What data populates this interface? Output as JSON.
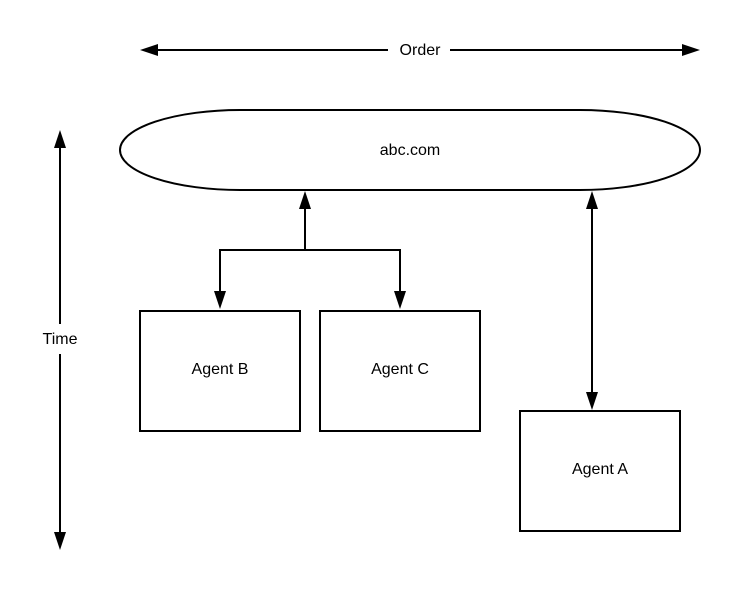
{
  "labels": {
    "order": "Order",
    "time": "Time",
    "server": "abc.com",
    "agent_b": "Agent B",
    "agent_c": "Agent C",
    "agent_a": "Agent A"
  },
  "colors": {
    "stroke": "#000000",
    "background": "#ffffff"
  }
}
